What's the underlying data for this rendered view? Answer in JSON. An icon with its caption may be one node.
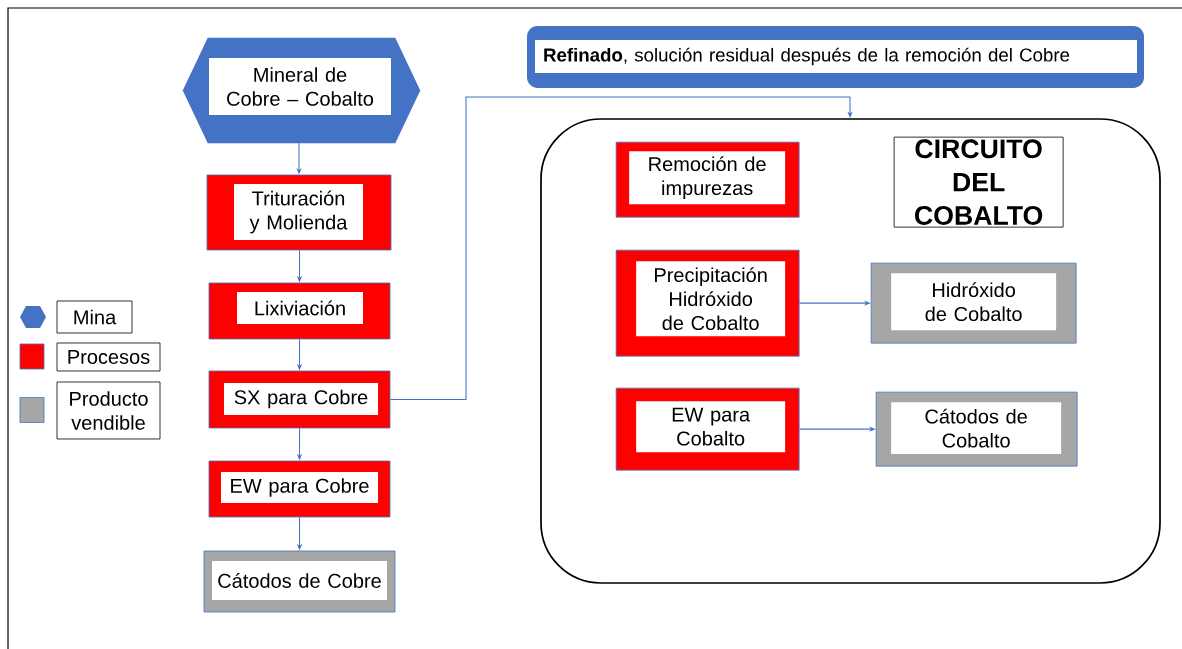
{
  "diagram": {
    "nodes": [
      {
        "text": [
          "Mineral de Cobre – Cobalto"
        ]
      },
      {
        "text": [
          "Trituración y Molienda"
        ]
      },
      {
        "text": [
          "Lixiviación"
        ]
      },
      {
        "text": [
          "SX para Cobre"
        ]
      },
      {
        "text": [
          "EW para Cobre"
        ]
      },
      {
        "text": [
          "Cátodos de Cobre"
        ]
      },
      {
        "text": [
          "**Refinado**, solución residual después de la remoción del Cobre"
        ]
      },
      {
        "text": [],
        "shape": "box"
      },
      {
        "text": [
          "Remoción de impurezas"
        ],
        "in": 7
      },
      {
        "text": [
          "CIRCUITO DEL COBALTO"
        ],
        "in": 7
      },
      {
        "text": [
          "Precipitación Hidróxido de Cobalto"
        ],
        "in": 7
      },
      {
        "text": [
          "Hidróxido de Cobalto"
        ],
        "in": 7
      },
      {
        "text": [
          "EW para Cobalto"
        ],
        "in": 7
      },
      {
        "text": [
          "Cátodos de Cobalto"
        ],
        "in": 7
      }
    ],
    "edges": [
      {
        "from": 0,
        "to": 1,
        "arrow": "to"
      },
      {
        "from": 1,
        "to": 2,
        "arrow": "to"
      },
      {
        "from": 2,
        "to": 3,
        "arrow": "to"
      },
      {
        "from": 3,
        "to": 4,
        "arrow": "to"
      },
      {
        "from": 4,
        "to": 5,
        "arrow": "to"
      },
      {
        "from": 3,
        "to": 7,
        "arrow": "to"
      },
      {
        "from": 10,
        "to": 11,
        "arrow": "to"
      },
      {
        "from": 12,
        "to": 13,
        "arrow": "to"
      }
    ],
    "legend": [
      {
        "text": "Mina"
      },
      {
        "text": "Procesos",
        "color": "#ff0000"
      },
      {
        "text": "Producto vendible",
        "color": "#a6a6a6"
      }
    ]
  }
}
